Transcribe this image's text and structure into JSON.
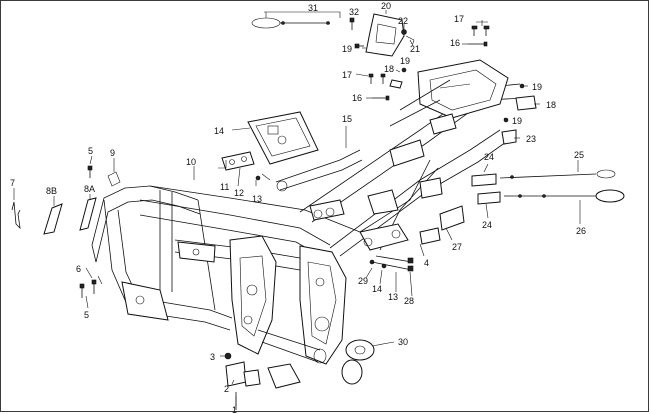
{
  "diagram": {
    "callouts": [
      {
        "id": "c31",
        "text": "31"
      },
      {
        "id": "c32",
        "text": "32"
      },
      {
        "id": "c20",
        "text": "20"
      },
      {
        "id": "c22",
        "text": "22"
      },
      {
        "id": "c17a",
        "text": "17"
      },
      {
        "id": "c16a",
        "text": "16"
      },
      {
        "id": "c19a",
        "text": "19"
      },
      {
        "id": "c21",
        "text": "21"
      },
      {
        "id": "c17b",
        "text": "17"
      },
      {
        "id": "c18a",
        "text": "18"
      },
      {
        "id": "c19b",
        "text": "19"
      },
      {
        "id": "c16b",
        "text": "16"
      },
      {
        "id": "c19c",
        "text": "19"
      },
      {
        "id": "c18b",
        "text": "18"
      },
      {
        "id": "c19d",
        "text": "19"
      },
      {
        "id": "c23",
        "text": "23"
      },
      {
        "id": "c14a",
        "text": "14"
      },
      {
        "id": "c15",
        "text": "15"
      },
      {
        "id": "c5a",
        "text": "5"
      },
      {
        "id": "c9",
        "text": "9"
      },
      {
        "id": "c10",
        "text": "10"
      },
      {
        "id": "c11",
        "text": "11"
      },
      {
        "id": "c12",
        "text": "12"
      },
      {
        "id": "c13a",
        "text": "13"
      },
      {
        "id": "c24a",
        "text": "24"
      },
      {
        "id": "c25",
        "text": "25"
      },
      {
        "id": "c7",
        "text": "7"
      },
      {
        "id": "c8b",
        "text": "8B"
      },
      {
        "id": "c8a",
        "text": "8A"
      },
      {
        "id": "c24b",
        "text": "24"
      },
      {
        "id": "c26",
        "text": "26"
      },
      {
        "id": "c27",
        "text": "27"
      },
      {
        "id": "c4",
        "text": "4"
      },
      {
        "id": "c29",
        "text": "29"
      },
      {
        "id": "c14b",
        "text": "14"
      },
      {
        "id": "c13b",
        "text": "13"
      },
      {
        "id": "c28",
        "text": "28"
      },
      {
        "id": "c6",
        "text": "6"
      },
      {
        "id": "c5b",
        "text": "5"
      },
      {
        "id": "c30",
        "text": "30"
      },
      {
        "id": "c3",
        "text": "3"
      },
      {
        "id": "c2",
        "text": "2"
      },
      {
        "id": "c1",
        "text": "1"
      }
    ]
  }
}
